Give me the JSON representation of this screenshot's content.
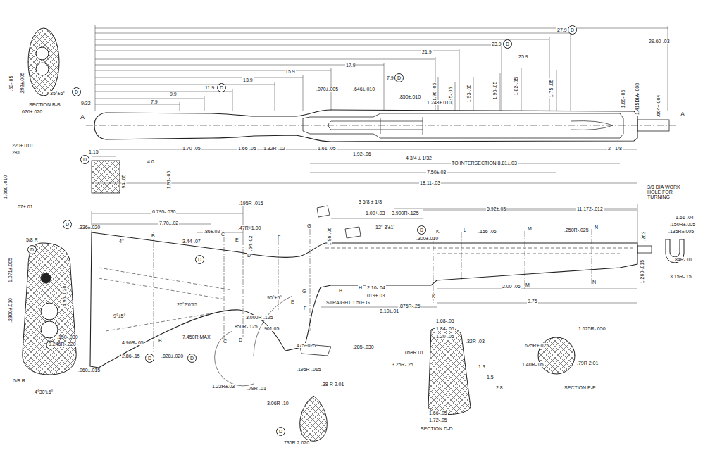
{
  "diagram": {
    "nodes": [
      {
        "text": [
          "D"
        ]
      },
      {
        "text": [
          "D"
        ]
      },
      {
        "text": [
          "D"
        ]
      },
      {
        "text": [
          "D"
        ]
      },
      {
        "text": [
          "D"
        ]
      },
      {
        "text": [
          "D"
        ]
      },
      {
        "text": [
          "D"
        ]
      },
      {
        "text": [
          "D"
        ]
      },
      {
        "text": [
          "D"
        ]
      },
      {
        "text": [
          "D"
        ]
      },
      {
        "text": [
          "D"
        ]
      },
      {
        "text": [
          "D"
        ]
      },
      {
        "text": [
          "D"
        ]
      }
    ],
    "labels": [
      "29.60-.03",
      "27.9",
      "25.9",
      "23.9",
      "21.9",
      "17.9",
      "7.9",
      "15.9",
      "13.9",
      "11.9",
      "9.9",
      "7.9",
      "1.75-.05",
      "1.82-.05",
      "1.90-.05",
      "1.93-.05",
      "1.95-.05",
      "1.96-.05",
      "1.69-.05",
      "1.415DIA-.008",
      ".664+.004",
      ".070±.005",
      ".646±.010",
      ".850±.010",
      "1.248±.010",
      "1.70-.05",
      "1.66-.05",
      "1.32R-.02",
      "1.61-.05",
      "1.92-.06",
      "4 3/4 ± 1/32",
      "2 - 1/8",
      "TO INTERSECTION 8.81±.03",
      "7.50±.03",
      "18.11-.03",
      "1.15",
      "4.0",
      "1.91-.05",
      ".220±.010",
      ".281",
      "1.660-.010",
      ".94-.05",
      ".07+.01",
      "A",
      "A",
      "SECTION B-B",
      ".63-.05",
      ".292±.005",
      ".626±.020",
      "35°±5°",
      "9/32",
      "6.795-.030",
      "7.70±.02",
      ".86±.02",
      ".47R+1.00",
      ".195R-.015",
      "1.00+.03",
      "3 5/8 ± 1/8",
      "3.900R-.125",
      "5.92±.03",
      "11.172-.012",
      "3/8 DIA WORK HOLE FOR TURNING",
      ".336±.020",
      "3.44-.07",
      "4°",
      ".54-.02",
      "B",
      "C",
      "E",
      "F",
      "G",
      "K",
      "L",
      "M",
      "N",
      ".156-.06",
      ".250R-.025",
      "12° 3'±1'",
      ".300±.010",
      "1.96-.06",
      ".263",
      "1.61-.04",
      ".150R±.005",
      ".135R±.005",
      ".84R-.01",
      "3.15R-.15",
      "1.260-.015",
      "1.071±.005",
      "5/8 R",
      ".2300±.010",
      "4.96-.020",
      "5/8 R",
      ".150-.030",
      "9.246R-.220",
      "4°30'±6°",
      "2.86-.15",
      ".828±.020",
      "4.96R-.05",
      ".060±.015",
      "7.450R MAX",
      "20°2'0'15",
      "9°±5°",
      "1.22R±.03",
      ".79R-.01",
      ".850R-.125",
      ".901.05",
      "3.000R-.125",
      "90°±5°",
      "D",
      "D",
      "C",
      "B",
      "E",
      "F",
      "G",
      "H",
      "H",
      "K",
      "M",
      "N",
      "STRAIGHT 1.50±.G",
      ".475±025",
      ".285-.030",
      ".195R-.015",
      "2.10-.04",
      ".019+.03",
      ".875R-.25",
      "2.00-.06",
      "8.10±.01",
      "9.75",
      "1.68-.05",
      "1.84-.05",
      "1.20-.05",
      ".32R-.03",
      "3.25R-.25",
      ".058R.01",
      "1.3",
      "1.5",
      "2.8",
      "1.66-.05",
      "1.72-.05",
      "SECTION D-D",
      "1.625R-.050",
      ".625R±.025",
      "1.40R-.05",
      ".79R 2.01",
      "SECTION E-E",
      ".38 R 2.01",
      "3.06R-.10",
      ".735R 2.020"
    ]
  }
}
